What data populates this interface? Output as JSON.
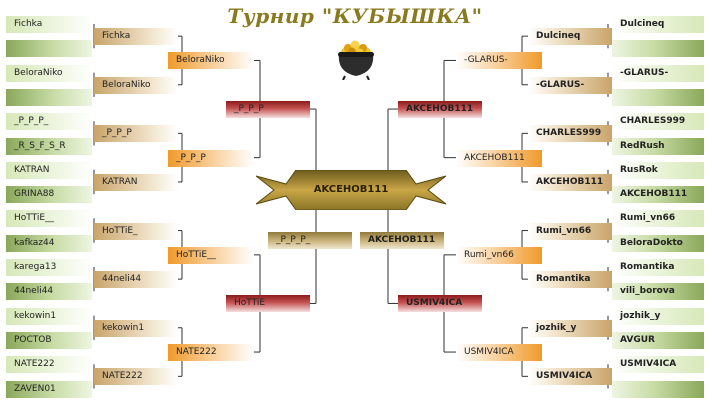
{
  "title": "Турнир \"КУБЫШКА\"",
  "icons": {
    "trophy": "pot-of-gold-icon"
  },
  "left": {
    "r1": [
      "Fichka",
      "",
      "BeloraNiko",
      "",
      "_P_P_P_",
      "_R_S_F_S_R",
      "KATRAN",
      "GRINA88",
      "HoTTiE__",
      "kafkaz44",
      "karega13",
      "44neli44",
      "kekowin1",
      "РОСТОВ",
      "NATE222",
      "ZAVEN01"
    ],
    "r2": [
      "Fichka",
      "BeloraNiko",
      "_P_P_P",
      "KATRAN",
      "HoTTiE_",
      "44neli44",
      "kekowin1",
      "NATE222"
    ],
    "r3": [
      "BeloraNiko",
      "_P_P_P",
      "HoTTiE__",
      "NATE222"
    ],
    "r4": [
      "_P_P_P",
      "HoTTiE"
    ],
    "semi": "_P_P_P_"
  },
  "right": {
    "r1": [
      "Dulcineq",
      "",
      "-GLARUS-",
      "",
      "CHARLES999",
      "RedRush",
      "RusRok",
      "AKCEHOB111",
      "Rumi_vn66",
      "BeloraDokto",
      "Romantika",
      "vili_borova",
      "jozhik_y",
      "AVGUR",
      "USMIV4ICA",
      ""
    ],
    "r2": [
      "Dulcineq",
      "-GLARUS-",
      "CHARLES999",
      "AKCEHOB111",
      "Rumi_vn66",
      "Romantika",
      "jozhik_y",
      "USMIV4ICA"
    ],
    "r3": [
      "-GLARUS-",
      "AKCEHOB111",
      "Rumi_vn66",
      "USMIV4ICA"
    ],
    "r4": [
      "AKCEHOB111",
      "USMIV4ICA"
    ],
    "semi": "AKCEHOB111"
  },
  "champion": "AKCEHOB111"
}
